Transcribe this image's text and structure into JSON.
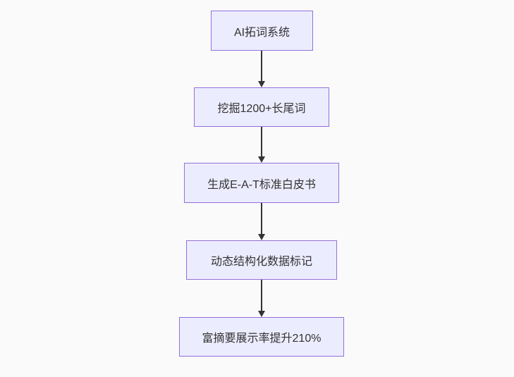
{
  "diagram": {
    "type": "flowchart",
    "direction": "top-down",
    "nodes": [
      {
        "label": "AI拓词系统"
      },
      {
        "label": "挖掘1200+长尾词"
      },
      {
        "label": "生成E-A-T标准白皮书"
      },
      {
        "label": "动态结构化数据标记"
      },
      {
        "label": "富摘要展示率提升210%"
      }
    ],
    "edges": [
      {
        "from": 0,
        "to": 1,
        "style": "arrow"
      },
      {
        "from": 1,
        "to": 2,
        "style": "arrow"
      },
      {
        "from": 2,
        "to": 3,
        "style": "arrow"
      },
      {
        "from": 3,
        "to": 4,
        "style": "arrow"
      }
    ],
    "colors": {
      "node_fill": "#ececff",
      "node_border": "#9370db",
      "text": "#333333",
      "arrow": "#333333",
      "background": "#fafafa"
    }
  }
}
